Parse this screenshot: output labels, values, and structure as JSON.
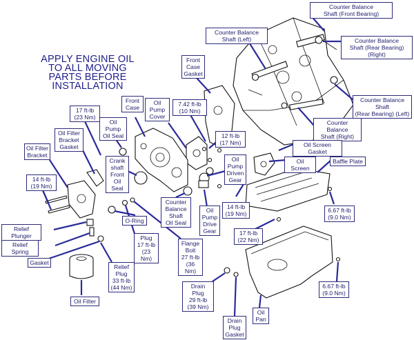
{
  "note": "APPLY ENGINE OIL\nTO ALL MOVING\nPARTS BEFORE\nINSTALLATION",
  "labels": {
    "cbs_front": "Counter Balance\nShaft (Front Bearing)",
    "cbs_left": "Counter Balance\nShaft (Left)",
    "cbs_rear_right": "Counter Balance\nShaft (Rear Bearing)\n(Right)",
    "front_case_gasket": "Front\nCase\nGasket",
    "front_case": "Front\nCase",
    "oil_pump_cover": "Oil\nPump\nCover",
    "torque_742": "7.42 ft-lb\n(10 Nm)",
    "cbs_rear_left": "Counter Balance Shaft\n(Rear Bearing) (Left)",
    "cbs_right": "Counter Balance\nShaft (Right)",
    "torque_17_a": "17 ft-lb\n(23 Nm)",
    "oil_pump_oil_seal": "Oil Pump\nOil Seal",
    "torque_12": "12 ft-lb\n(17 Nm)",
    "oil_filter_bracket_gasket": "Oil Filter\nBracket\nGasket",
    "oil_filter_bracket": "Oil Filter\nBracket",
    "crankshaft_front_oil_seal": "Crank\nshaft\nFront\nOil Seal",
    "oil_pump_driven_gear": "Oil\nPump\nDriven\nGear",
    "oil_screen_gasket": "Oil Screen Gasket",
    "oil_screen": "Oil Screen",
    "baffle_plate": "Baffle Plate",
    "torque_14_a": "14 ft-lb\n(19 Nm)",
    "cbs_oil_seal": "Counter\nBalance\nShaft\nOil Seal",
    "oil_pump_drive_gear": "Oil\nPump\nDrive\nGear",
    "torque_14_b": "14 ft-lb\n(19 Nm)",
    "torque_667_a": "6.67 ft-lb\n(9.0 Nm)",
    "o_ring": "O-Ring",
    "relief_plunger": "Relief Plunger",
    "relief_spring": "Relief Spring",
    "torque_17_b": "17 ft-lb\n(22 Nm)",
    "plug": "Plug\n17 ft-lb\n(23 Nm)",
    "flange_bolt": "Flange\nBolt\n27 ft-lb\n(36 Nm)",
    "gasket": "Gasket",
    "relief_plug": "Relief\nPlug\n33 ft-lb\n(44 Nm)",
    "drain_plug": "Drain\nPlug\n29 ft-lb\n(39 Nm)",
    "torque_667_b": "6.67 ft-lb\n(9.0 Nm)",
    "oil_pan": "Oil\nPan",
    "oil_filter": "Oil Filter",
    "drain_plug_gasket": "Drain\nPlug\nGasket"
  }
}
